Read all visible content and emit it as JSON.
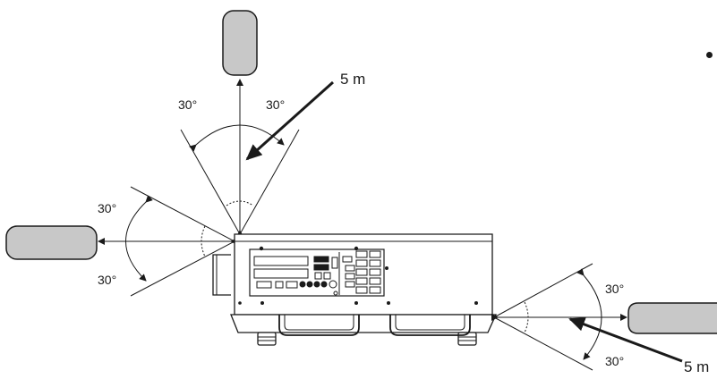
{
  "diagram": {
    "top_remote": {
      "angle_left": "30°",
      "angle_right": "30°",
      "distance": "5 m"
    },
    "left_remote": {
      "angle_top": "30°",
      "angle_bottom": "30°"
    },
    "right_remote": {
      "angle_top": "30°",
      "angle_bottom": "30°",
      "distance": "5 m"
    }
  },
  "colors": {
    "remote_fill": "#c8c8c8",
    "line": "#1a1a1a",
    "background": "#ffffff"
  }
}
